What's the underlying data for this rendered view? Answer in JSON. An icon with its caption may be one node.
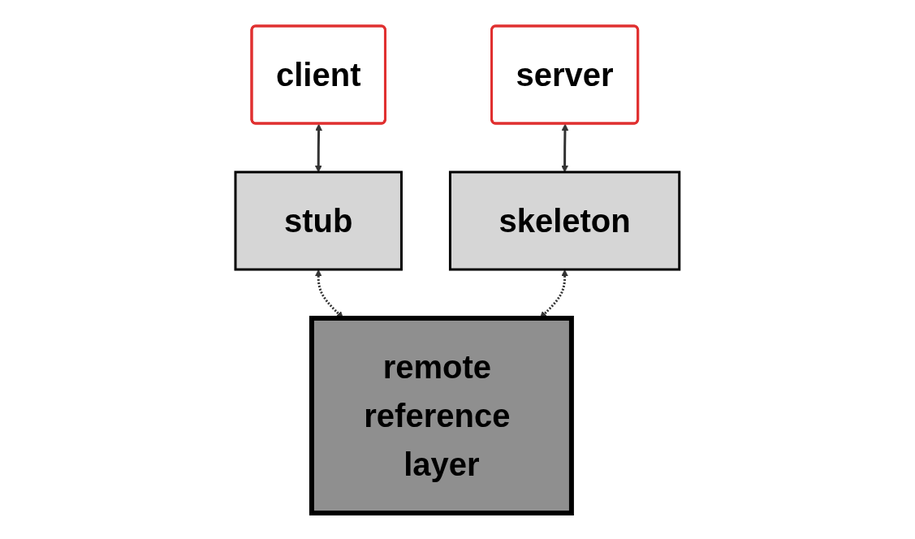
{
  "diagram": {
    "nodes": [
      {
        "text": [
          "client"
        ]
      },
      {
        "text": [
          "server"
        ]
      },
      {
        "text": [
          "stub"
        ]
      },
      {
        "text": [
          "skeleton"
        ]
      },
      {
        "text": [
          "remote reference layer"
        ]
      }
    ],
    "edges": [
      {
        "from": 0,
        "to": 2,
        "arrow": "both"
      },
      {
        "from": 1,
        "to": 3,
        "arrow": "both"
      },
      {
        "from": 2,
        "to": 4,
        "arrow": "both",
        "style": "dashed"
      },
      {
        "from": 3,
        "to": 4,
        "arrow": "both",
        "style": "dashed"
      }
    ]
  }
}
